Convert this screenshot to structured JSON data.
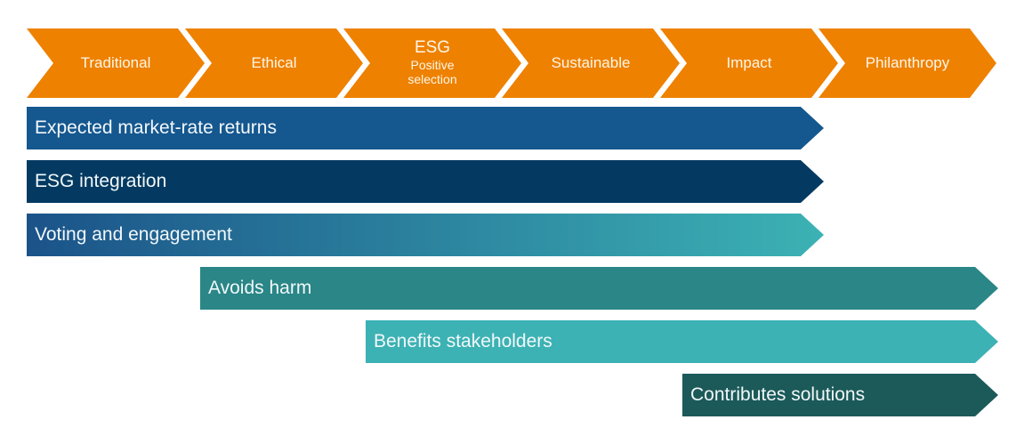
{
  "stages": [
    {
      "label": "Traditional"
    },
    {
      "label": "Ethical"
    },
    {
      "label": "ESG",
      "sublabel": "Positive selection"
    },
    {
      "label": "Sustainable"
    },
    {
      "label": "Impact"
    },
    {
      "label": "Philanthropy"
    }
  ],
  "bars": [
    {
      "label": "Expected market-rate returns",
      "bg": "#15578F"
    },
    {
      "label": "ESG integration",
      "bg": "#043A61"
    },
    {
      "label": "Voting and engagement",
      "bg": [
        "#1B5389",
        "#3CB2B4"
      ]
    },
    {
      "label": "Avoids harm",
      "bg": "#2A8687"
    },
    {
      "label": "Benefits stakeholders",
      "bg": "#3CB2B4"
    },
    {
      "label": "Contributes solutions",
      "bg": "#1C5A59"
    }
  ],
  "colors": {
    "stage_fill": "#EE8100",
    "stage_text": "#FFF6E8",
    "bar_text": "#F2F8FA"
  }
}
